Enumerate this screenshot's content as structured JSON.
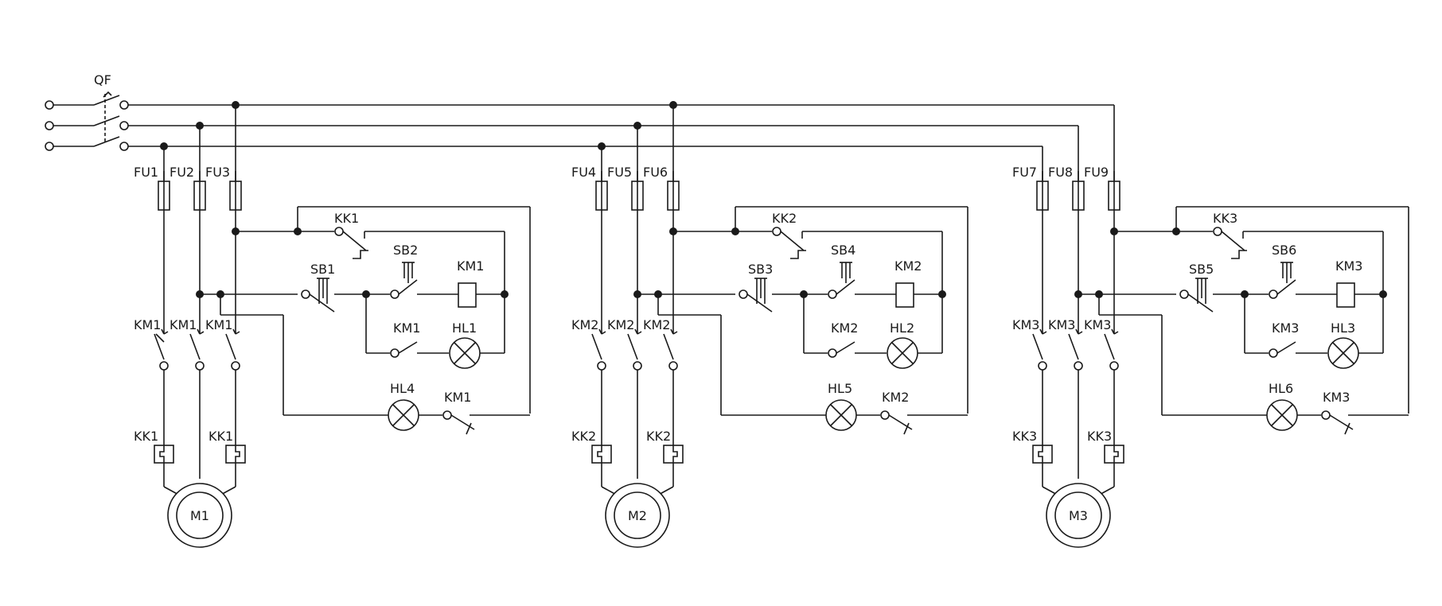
{
  "breaker_label": "QF",
  "units": [
    {
      "fuses": [
        "FU1",
        "FU2",
        "FU3"
      ],
      "contactor": "KM1",
      "overload": "KK1",
      "start_button": "SB1",
      "stop_button": "SB2",
      "run_lamp": "HL1",
      "stop_lamp": "HL4",
      "motor": "M1"
    },
    {
      "fuses": [
        "FU4",
        "FU5",
        "FU6"
      ],
      "contactor": "KM2",
      "overload": "KK2",
      "start_button": "SB3",
      "stop_button": "SB4",
      "run_lamp": "HL2",
      "stop_lamp": "HL5",
      "motor": "M2"
    },
    {
      "fuses": [
        "FU7",
        "FU8",
        "FU9"
      ],
      "contactor": "KM3",
      "overload": "KK3",
      "start_button": "SB5",
      "stop_button": "SB6",
      "run_lamp": "HL3",
      "stop_lamp": "HL6",
      "motor": "M3"
    }
  ]
}
